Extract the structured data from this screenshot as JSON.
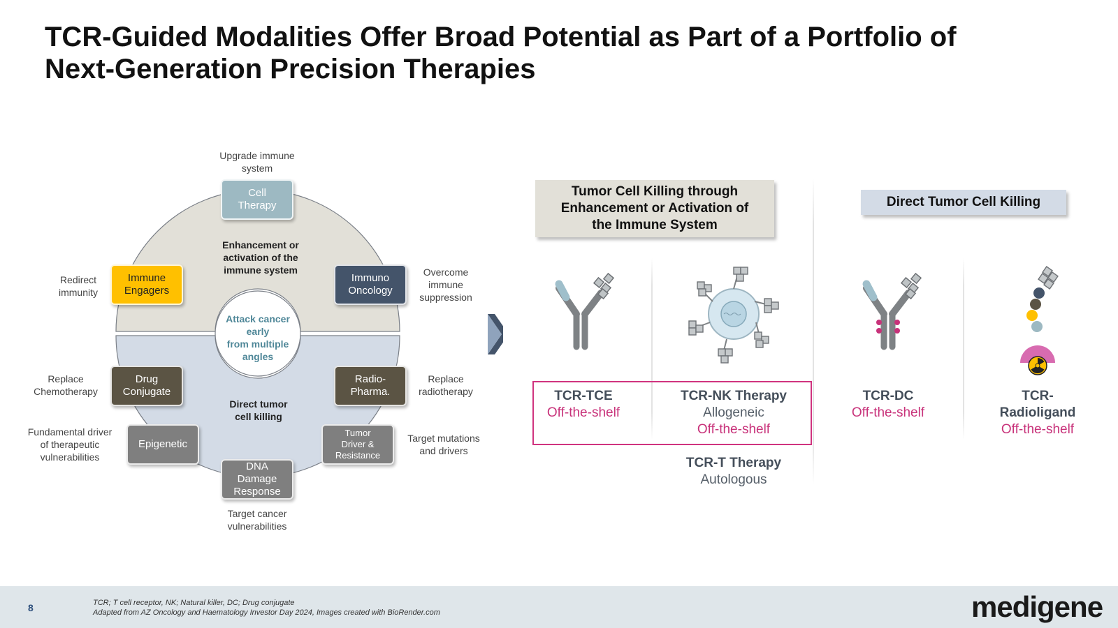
{
  "title": {
    "line1": "TCR-Guided Modalities Offer Broad Potential as Part of a Portfolio of",
    "line2": "Next-Generation Precision Therapies"
  },
  "wheel": {
    "outer_labels": {
      "upgrade": [
        "Upgrade immune",
        "system"
      ],
      "redirect": [
        "Redirect",
        "immunity"
      ],
      "overcome": [
        "Overcome",
        "immune",
        "suppression"
      ],
      "replace_chemo": [
        "Replace",
        "Chemotherapy"
      ],
      "replace_radio": [
        "Replace",
        "radiotherapy"
      ],
      "fundamental": [
        "Fundamental driver",
        "of therapeutic",
        "vulnerabilities"
      ],
      "target_mutations": [
        "Target mutations",
        "and drivers"
      ],
      "target_cancer": [
        "Target cancer",
        "vulnerabilities"
      ]
    },
    "modalities": {
      "cell_therapy": [
        "Cell",
        "Therapy"
      ],
      "immune_engagers": [
        "Immune",
        "Engagers"
      ],
      "immuno_oncology": [
        "Immuno",
        "Oncology"
      ],
      "drug_conjugate": [
        "Drug",
        "Conjugate"
      ],
      "radio_pharma": [
        "Radio-",
        "Pharma."
      ],
      "epigenetic": [
        "Epigenetic"
      ],
      "tumor_driver": [
        "Tumor",
        "Driver &",
        "Resistance"
      ],
      "dna_damage": [
        "DNA",
        "Damage",
        "Response"
      ]
    },
    "upper_half_label": [
      "Enhancement or",
      "activation of the",
      "immune system"
    ],
    "lower_half_label": [
      "Direct tumor",
      "cell killing"
    ],
    "center_label": [
      "Attack cancer",
      "early",
      "from multiple",
      "angles"
    ],
    "colors": {
      "upper": "#e2e0d8",
      "lower": "#d3dbe6",
      "cell_therapy": "#9db9c2",
      "immune_engagers": "#ffc000",
      "immuno_oncology": "#44546a",
      "drug_conjugate": "#5b5444",
      "radio_pharma": "#5b5444",
      "epigenetic": "#7f7f7f",
      "tumor_driver": "#7f7f7f",
      "dna_damage": "#7f7f7f",
      "center_text": "#4f8798"
    }
  },
  "headers": {
    "immune": [
      "Tumor Cell Killing through",
      "Enhancement or Activation of",
      "the Immune System"
    ],
    "direct": [
      "Direct Tumor Cell Killing"
    ]
  },
  "therapies": {
    "tce": {
      "name": "TCR-TCE",
      "sub": "Off-the-shelf"
    },
    "nk": {
      "name": "TCR-NK Therapy",
      "sub1": "Allogeneic",
      "sub2": "Off-the-shelf"
    },
    "t": {
      "name": "TCR-T Therapy",
      "sub": "Autologous"
    },
    "dc": {
      "name": "TCR-DC",
      "sub": "Off-the-shelf"
    },
    "radio": {
      "name1": "TCR-",
      "name2": "Radioligand",
      "sub": "Off-the-shelf"
    }
  },
  "footer": {
    "page": "8",
    "note1": "TCR; T cell receptor, NK; Natural killer, DC; Drug conjugate",
    "note2": "Adapted from AZ Oncology and Haematology Investor Day 2024, Images created with BioRender.com",
    "logo": "medigene"
  },
  "accent": {
    "pink": "#c8327a",
    "navy": "#2d4f7c"
  }
}
